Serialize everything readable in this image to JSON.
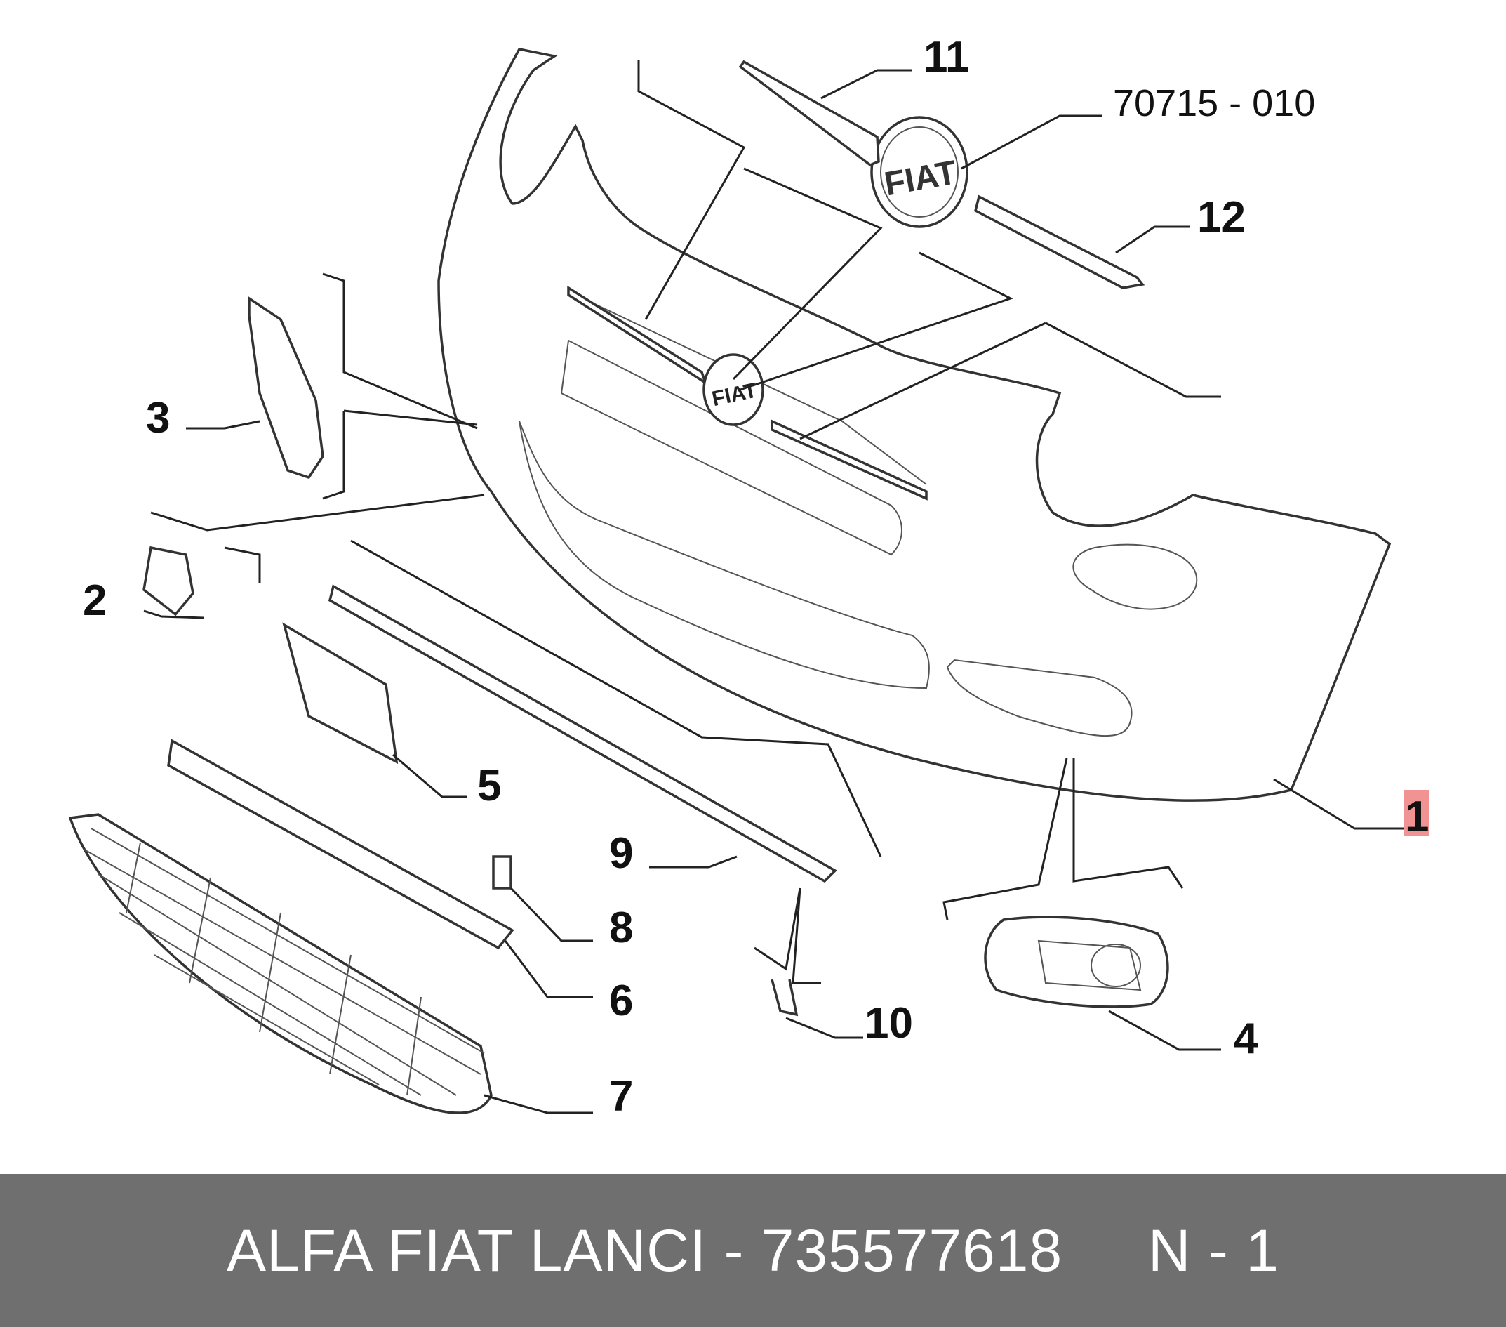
{
  "diagram": {
    "labels": [
      {
        "id": "1",
        "text": "1",
        "highlight": true
      },
      {
        "id": "2",
        "text": "2"
      },
      {
        "id": "3",
        "text": "3"
      },
      {
        "id": "4",
        "text": "4"
      },
      {
        "id": "5",
        "text": "5"
      },
      {
        "id": "6",
        "text": "6"
      },
      {
        "id": "7",
        "text": "7"
      },
      {
        "id": "8",
        "text": "8"
      },
      {
        "id": "9",
        "text": "9"
      },
      {
        "id": "10",
        "text": "10"
      },
      {
        "id": "11",
        "text": "11"
      },
      {
        "id": "12",
        "text": "12"
      }
    ],
    "reference": "70715 - 010",
    "logo_text": "FIAT",
    "highlight_color": "#f08080"
  },
  "footer": {
    "text": "ALFA FIAT LANCI - 735577618     N - 1"
  }
}
